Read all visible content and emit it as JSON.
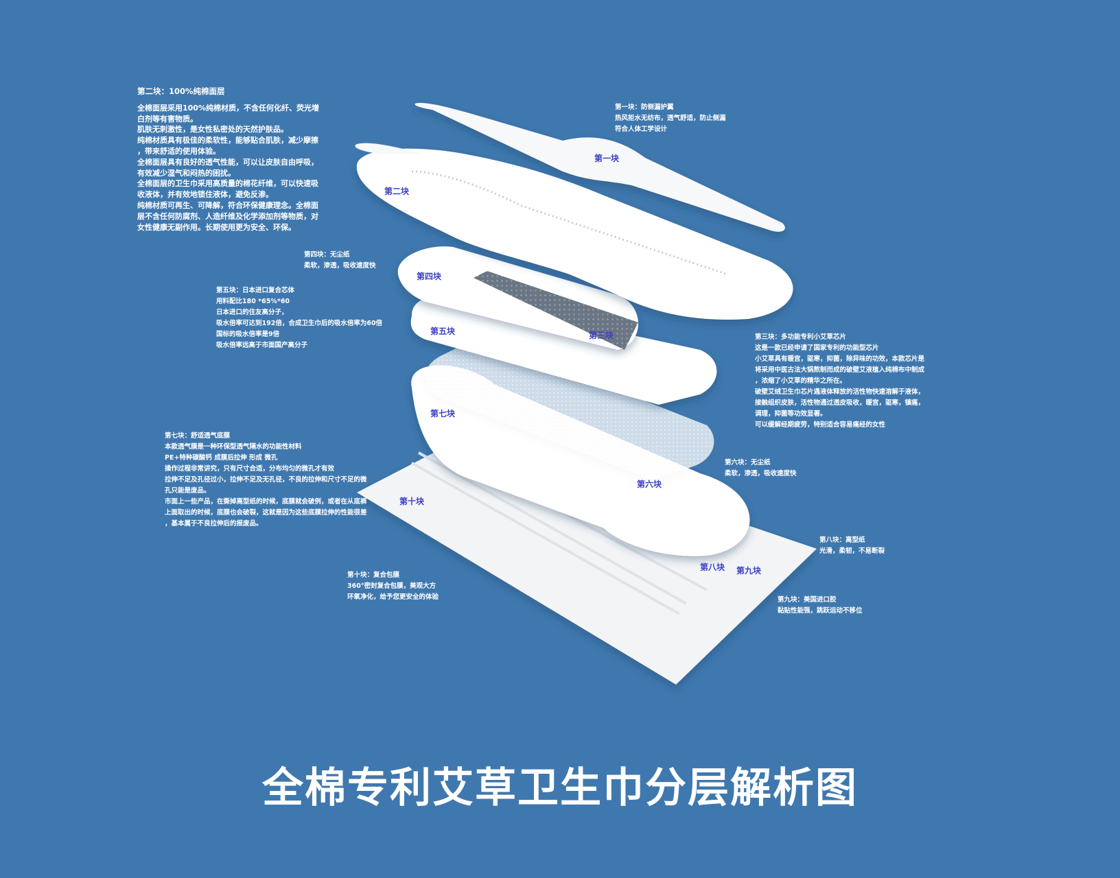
{
  "title": "全棉专利艾草卫生巾分层解析图",
  "colors": {
    "background": "#3f78ae",
    "layer_label": "#3b3fc4",
    "layer": "#ffffff",
    "core": "#6b7684"
  },
  "layer_labels": [
    "第一块",
    "第二块",
    "第三块",
    "第四块",
    "第五块",
    "第六块",
    "第七块",
    "第八块",
    "第九块",
    "第十块"
  ],
  "blocks": {
    "b2": {
      "head": "第二块：100%纯棉面层",
      "lines": [
        "全棉面层采用100%纯棉材质，不含任何化纤、荧光增",
        "白剂等有害物质。",
        "肌肤无刺激性，是女性私密处的天然护肤品。",
        "纯棉材质具有极佳的柔软性，能够贴合肌肤，减少摩擦",
        "，带来舒适的使用体验。",
        "全棉面层具有良好的透气性能，可以让皮肤自由呼吸，",
        "有效减少湿气和闷热的困扰。",
        "全棉面层的卫生巾采用高质量的棉花纤维，可以快速吸",
        "收液体，并有效地锁住液体，避免反渗。",
        "纯棉材质可再生、可降解，符合环保健康理念。全棉面",
        "层不含任何防腐剂、人造纤维及化学添加剂等物质，对",
        "女性健康无副作用。长期使用更为安全、环保。"
      ]
    },
    "b1": {
      "lines": [
        "第一块：防侧漏护翼",
        "热风拒水无纺布，透气舒适，防止侧漏",
        "符合人体工学设计"
      ]
    },
    "b4": {
      "lines": [
        "第四块：无尘纸",
        "柔软，渗透，吸收速度快"
      ]
    },
    "b5": {
      "lines": [
        "第五块：日本进口复合芯体",
        "用料配比180 *65%*60",
        "日本进口的住友高分子，",
        "吸水倍率可达到192倍，合成卫生巾后的吸水倍率为60倍",
        "国标的吸水倍率是9倍",
        "吸水倍率远高于市面国产高分子"
      ]
    },
    "b3": {
      "lines": [
        "第三块：多功能专利小艾草芯片",
        "这是一款已经申请了国家专利的功能型芯片",
        "小艾草具有暖宫，驱寒，抑菌，除异味的功效，本款芯片是",
        "将采用中医古法大锅熬制而成的破壁艾液植入纯棉布中制成",
        "，浓缩了小艾草的精华之所在。",
        "破壁艾绒卫生巾芯片遇液体释放的活性物快速溶解于液体，",
        "接触组织皮肤，活性物通过透皮吸收，暖宫，驱寒，镇痛，",
        "调理，抑菌等功效显著。",
        "可以缓解经期疲劳，特别适合容易痛经的女性"
      ]
    },
    "b7": {
      "lines": [
        "第七块：舒适透气底膜",
        "本款透气膜是一种环保型透气隔水的功能性材料",
        "PE+特种碳酸钙 成膜后拉伸 形成 微孔",
        "操作过程非常讲究，只有尺寸合适，分布均匀的微孔才有效",
        "拉伸不足及孔径过小，拉伸不足及无孔径，不良的拉伸和尺寸不足的微",
        "孔只能是废品。",
        "市面上一些产品，在撕掉离型纸的时候，底膜就会破例，或者在从底裤",
        "上面取出的时候，底膜也会破裂，这就是因为这些底膜拉伸的性能很差",
        "，基本属于不良拉伸后的报废品。"
      ]
    },
    "b6": {
      "lines": [
        "第六块：无尘纸",
        "柔软，渗透，吸收速度快"
      ]
    },
    "b8": {
      "lines": [
        "第八块：离型纸",
        "光滑，柔韧，不易断裂"
      ]
    },
    "b9": {
      "lines": [
        "第九块：美国进口胶",
        "黏贴性能强，跳跃运动不移位"
      ]
    },
    "b10": {
      "lines": [
        "第十块：复合包膜",
        "360°密封复合包膜，美观大方",
        "环氧净化，给予您更安全的体验"
      ]
    }
  }
}
